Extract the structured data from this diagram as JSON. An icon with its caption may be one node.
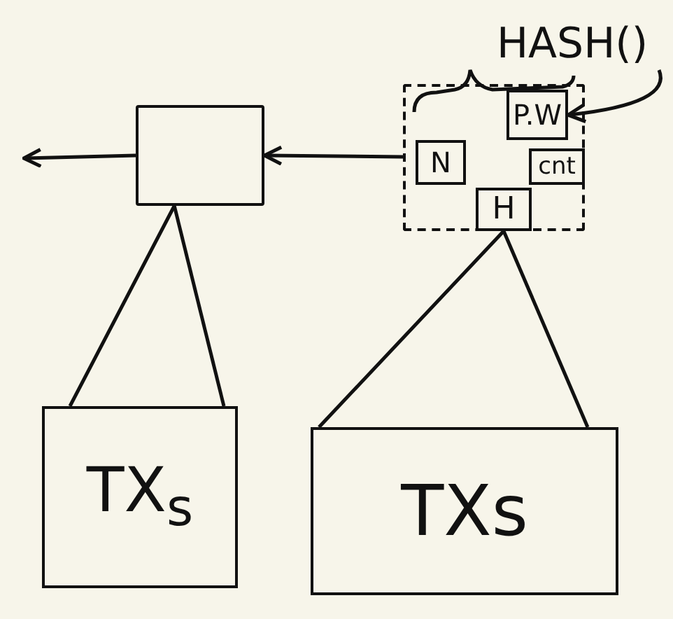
{
  "diagram": {
    "nodes": [
      {
        "text": [
          "HASH()"
        ]
      },
      {
        "text": [],
        "shape": "box"
      },
      {
        "text": [],
        "shape": "box"
      },
      {
        "text": [
          "P.W"
        ],
        "in": 2
      },
      {
        "text": [
          "N"
        ],
        "in": 2
      },
      {
        "text": [
          "cnt"
        ],
        "in": 2
      },
      {
        "text": [
          "H"
        ],
        "in": 2
      },
      {
        "text": [
          "TX$_{s}$"
        ]
      },
      {
        "text": [
          "TXs"
        ]
      }
    ],
    "edges": [
      {
        "from": 1,
        "to": null,
        "arrow": "to"
      },
      {
        "from": 2,
        "to": 1,
        "arrow": "to"
      },
      {
        "from": 0,
        "to": 3,
        "arrow": "to"
      },
      {
        "from": 1,
        "to": 7,
        "arrow": "none"
      },
      {
        "from": 1,
        "to": 7,
        "arrow": "none"
      },
      {
        "from": 6,
        "to": 8,
        "arrow": "none"
      },
      {
        "from": 6,
        "to": 8,
        "arrow": "none"
      }
    ]
  }
}
